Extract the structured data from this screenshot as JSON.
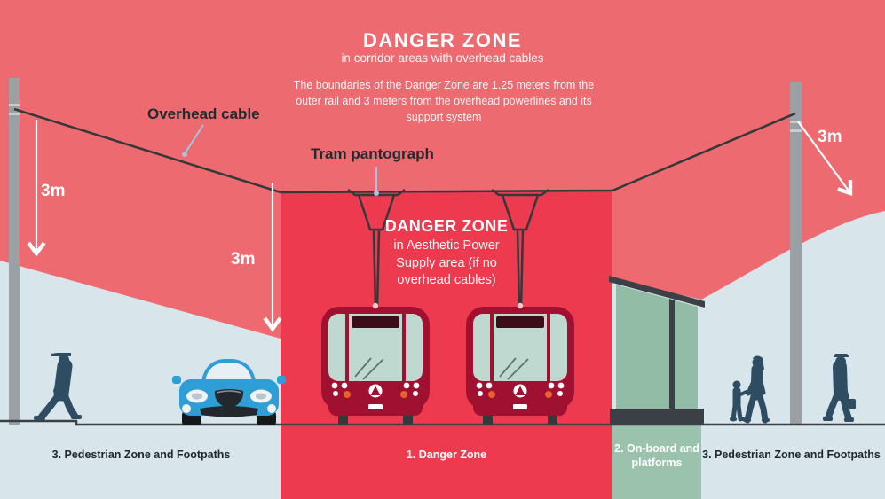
{
  "header": {
    "title": "DANGER ZONE",
    "subtitle": "in corridor areas with overhead cables",
    "description": "The boundaries of the Danger Zone are 1.25 meters from the outer rail and 3 meters from the overhead powerlines and its support system"
  },
  "callouts": {
    "overhead_cable": "Overhead cable",
    "tram_pantograph": "Tram pantograph"
  },
  "measurements": {
    "left_clearance": "3m",
    "middle_clearance": "3m",
    "right_clearance": "3m"
  },
  "aps_zone": {
    "title": "DANGER ZONE",
    "subtitle": "in Aesthetic Power Supply area (if no overhead cables)"
  },
  "zones": [
    {
      "id": "pedestrian-left",
      "label": "3. Pedestrian Zone and Footpaths"
    },
    {
      "id": "danger",
      "label": "1. Danger Zone"
    },
    {
      "id": "onboard",
      "label": "2. On-board and platforms"
    },
    {
      "id": "pedestrian-right",
      "label": "3. Pedestrian Zone and Footpaths"
    }
  ],
  "colors": {
    "corridor_salmon": "#EC6A70",
    "danger_red": "#EE3A4F",
    "pedestrian_blue": "#D8E5EB",
    "onboard_green": "#9BC2AD",
    "tram_body": "#A01030",
    "structure_dark": "#3A4045",
    "figure_slate": "#2E4D62",
    "car_blue": "#2D9FD6",
    "pointer_blue": "#A6C4DC"
  }
}
